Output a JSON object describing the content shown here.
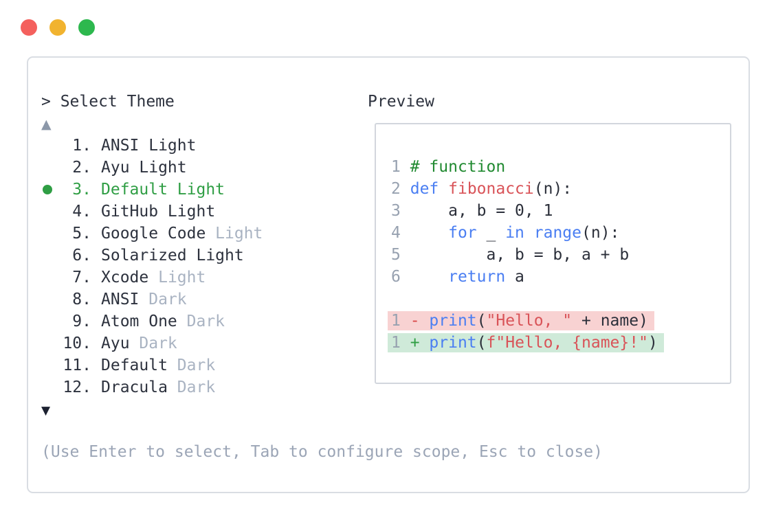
{
  "colors": {
    "traffic_red": "#f4605d",
    "traffic_yellow": "#f1b32f",
    "traffic_green": "#2db84e",
    "text": "#2d323e",
    "muted": "#a9b3c2",
    "selected": "#2f9e44",
    "hint": "#9ba5b6",
    "kw": "#4a7ef2",
    "red": "#d95358",
    "com": "#218a31",
    "plain": "#2b2f3a",
    "minus": "#d94848",
    "plus": "#2f9e44",
    "ln": "#97a1b0",
    "bg_removed": "#f8d2d2",
    "bg_added": "#cfead9",
    "border": "#d9dde3",
    "border_inner": "#d2d6dd",
    "arrow_up": "#8c98a9",
    "arrow_down": "#1c2130"
  },
  "window": {
    "traffic_lights": [
      {
        "name": "close",
        "color": "#f4605d"
      },
      {
        "name": "minimize",
        "color": "#f1b32f"
      },
      {
        "name": "zoom",
        "color": "#2db84e"
      }
    ]
  },
  "theme_list": {
    "header": "> Select Theme",
    "scroll_up_glyph": "▲",
    "scroll_down_glyph": "▼",
    "hint": "(Use Enter to select, Tab to configure scope, Esc to close)",
    "items": [
      {
        "num": "1",
        "selected": false,
        "parts": [
          {
            "t": "ANSI Light",
            "c": "default"
          }
        ]
      },
      {
        "num": "2",
        "selected": false,
        "parts": [
          {
            "t": "Ayu Light",
            "c": "default"
          }
        ]
      },
      {
        "num": "3",
        "selected": true,
        "parts": [
          {
            "t": "Default Light",
            "c": "selected"
          }
        ]
      },
      {
        "num": "4",
        "selected": false,
        "parts": [
          {
            "t": "GitHub Light",
            "c": "default"
          }
        ]
      },
      {
        "num": "5",
        "selected": false,
        "parts": [
          {
            "t": "Google Code ",
            "c": "default"
          },
          {
            "t": "Light",
            "c": "muted"
          }
        ]
      },
      {
        "num": "6",
        "selected": false,
        "parts": [
          {
            "t": "Solarized Light",
            "c": "default"
          }
        ]
      },
      {
        "num": "7",
        "selected": false,
        "parts": [
          {
            "t": "Xcode ",
            "c": "default"
          },
          {
            "t": "Light",
            "c": "muted"
          }
        ]
      },
      {
        "num": "8",
        "selected": false,
        "parts": [
          {
            "t": "ANSI ",
            "c": "default"
          },
          {
            "t": "Dark",
            "c": "muted"
          }
        ]
      },
      {
        "num": "9",
        "selected": false,
        "parts": [
          {
            "t": "Atom One ",
            "c": "default"
          },
          {
            "t": "Dark",
            "c": "muted"
          }
        ]
      },
      {
        "num": "10",
        "selected": false,
        "parts": [
          {
            "t": "Ayu ",
            "c": "default"
          },
          {
            "t": "Dark",
            "c": "muted"
          }
        ]
      },
      {
        "num": "11",
        "selected": false,
        "parts": [
          {
            "t": "Default ",
            "c": "default"
          },
          {
            "t": "Dark",
            "c": "muted"
          }
        ]
      },
      {
        "num": "12",
        "selected": false,
        "parts": [
          {
            "t": "Dracula ",
            "c": "default"
          },
          {
            "t": "Dark",
            "c": "muted"
          }
        ]
      }
    ]
  },
  "preview": {
    "title": "Preview",
    "code_lines": [
      {
        "num": "1",
        "segments": [
          {
            "t": "# function",
            "c": "com"
          }
        ]
      },
      {
        "num": "2",
        "segments": [
          {
            "t": "def",
            "c": "kw"
          },
          {
            "t": " ",
            "c": "plain"
          },
          {
            "t": "fibonacci",
            "c": "fn"
          },
          {
            "t": "(n):",
            "c": "plain"
          }
        ]
      },
      {
        "num": "3",
        "segments": [
          {
            "t": "    a, b = 0, 1",
            "c": "plain"
          }
        ]
      },
      {
        "num": "4",
        "segments": [
          {
            "t": "    ",
            "c": "plain"
          },
          {
            "t": "for",
            "c": "kw"
          },
          {
            "t": " _ ",
            "c": "plain"
          },
          {
            "t": "in",
            "c": "kw"
          },
          {
            "t": " ",
            "c": "plain"
          },
          {
            "t": "range",
            "c": "kw"
          },
          {
            "t": "(n):",
            "c": "plain"
          }
        ]
      },
      {
        "num": "5",
        "segments": [
          {
            "t": "        a, b = b, a + b",
            "c": "plain"
          }
        ]
      },
      {
        "num": "6",
        "segments": [
          {
            "t": "    ",
            "c": "plain"
          },
          {
            "t": "return",
            "c": "kw"
          },
          {
            "t": " a",
            "c": "plain"
          }
        ]
      },
      {
        "num": "",
        "segments": []
      },
      {
        "num": "1",
        "bg": "removed",
        "segments": [
          {
            "t": "- ",
            "c": "minus"
          },
          {
            "t": "print",
            "c": "kw"
          },
          {
            "t": "(",
            "c": "plain"
          },
          {
            "t": "\"Hello, \"",
            "c": "str"
          },
          {
            "t": " + name)",
            "c": "plain"
          }
        ]
      },
      {
        "num": "1",
        "bg": "added",
        "segments": [
          {
            "t": "+ ",
            "c": "plus"
          },
          {
            "t": "print",
            "c": "kw"
          },
          {
            "t": "(",
            "c": "plain"
          },
          {
            "t": "f\"Hello, {name}!\"",
            "c": "str"
          },
          {
            "t": ")",
            "c": "plain"
          }
        ]
      }
    ]
  }
}
